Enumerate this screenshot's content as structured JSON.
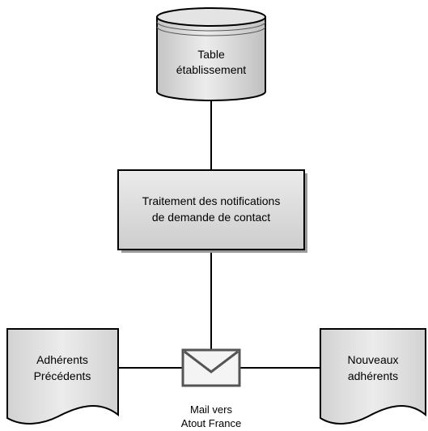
{
  "diagram": {
    "database": {
      "line1": "Table",
      "line2": "établissement"
    },
    "process": {
      "line1": "Traitement  des notifications",
      "line2": "de demande de contact"
    },
    "doc_left": {
      "line1": "Adhérents",
      "line2": "Précédents"
    },
    "doc_right": {
      "line1": "Nouveaux",
      "line2": "adhérents"
    },
    "mail": {
      "line1": "Mail vers",
      "line2": "Atout France"
    }
  }
}
